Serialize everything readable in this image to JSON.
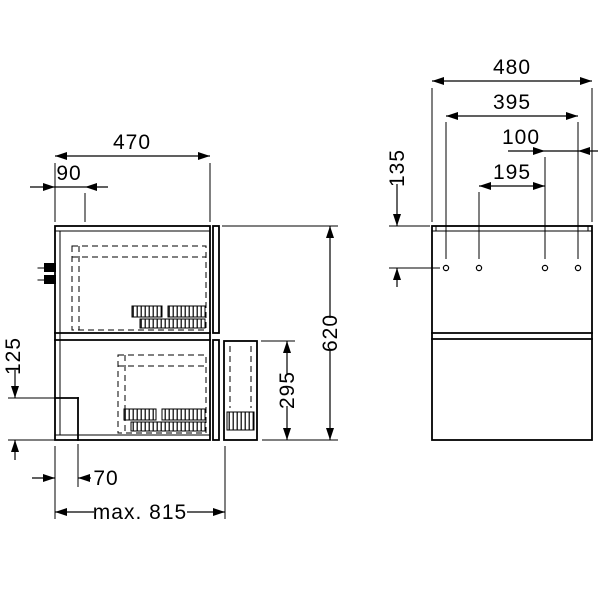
{
  "colors": {
    "line": "#000000",
    "background": "#ffffff"
  },
  "side_view": {
    "dim_depth": "470",
    "dim_back_offset": "90",
    "dim_recess_height": "125",
    "dim_total_height": "620",
    "dim_lower_front_height": "295",
    "dim_recess_depth": "70",
    "dim_max_depth": "max. 815"
  },
  "front_view": {
    "dim_total_width": "480",
    "dim_outer_hole_spacing": "395",
    "dim_adjacent_hole_spacing": "100",
    "dim_inner_hole_spacing": "195",
    "dim_hole_top_offset": "135"
  }
}
